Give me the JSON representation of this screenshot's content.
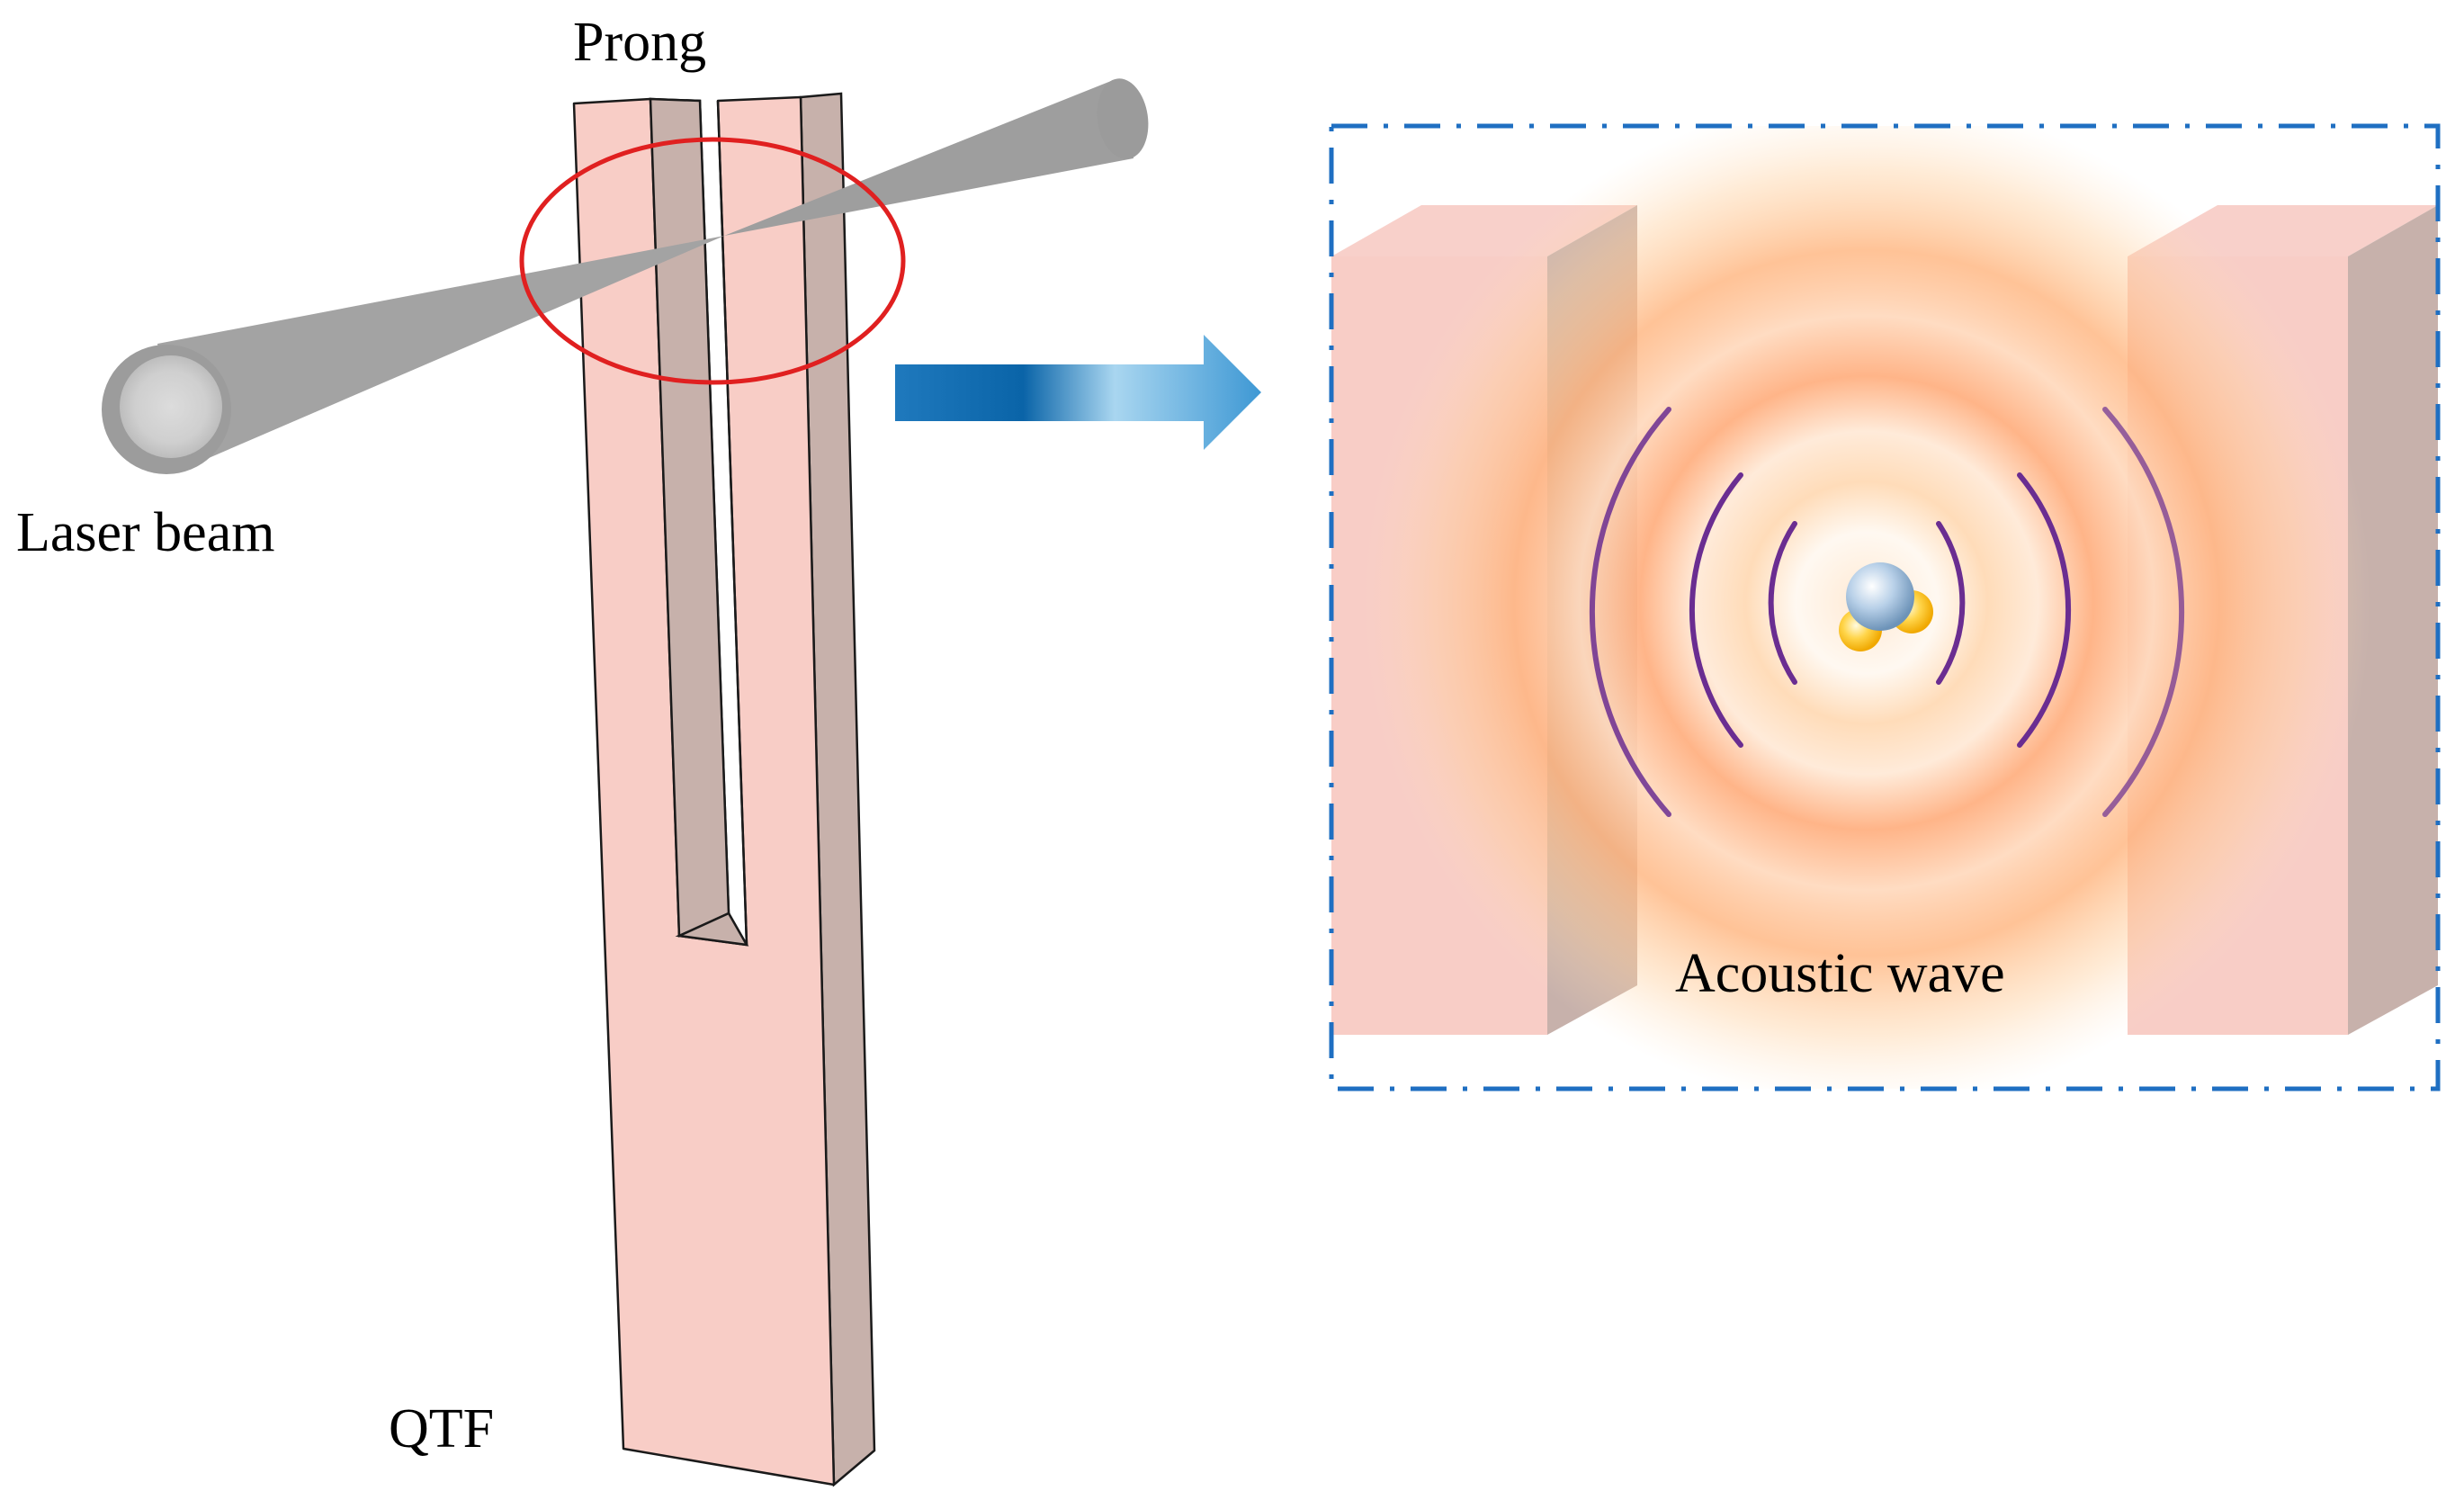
{
  "labels": {
    "prong": "Prong",
    "laser_beam": "Laser beam",
    "qtf": "QTF",
    "acoustic_wave": "Acoustic wave"
  },
  "colors": {
    "prong_face": "#f8cdc6",
    "prong_side": "#c7b1ab",
    "outline": "#1a1a1a",
    "laser_beam": "#a6a6a6",
    "laser_beam_end": "#d6d6d6",
    "focus_circle": "#e02020",
    "arrow_dark": "#0a6fb3",
    "arrow_light": "#a7d3ee",
    "inset_border": "#1f6fc2",
    "wave_arc": "#6a2d91",
    "glow_orange": "#ffb06b",
    "molecule_center": "#a9c6e3",
    "molecule_side": "#ffd24a"
  }
}
